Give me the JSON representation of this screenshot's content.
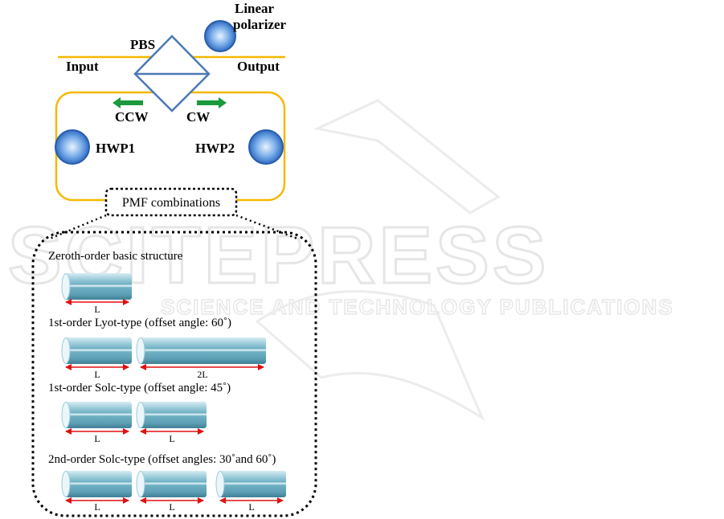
{
  "watermark": {
    "main": "SCITEPRESS",
    "sub": "SCIENCE AND TECHNOLOGY PUBLICATIONS"
  },
  "diagram": {
    "polarizer_label": [
      "Linear",
      "polarizer"
    ],
    "pbs_label": "PBS",
    "input_label": "Input",
    "output_label": "Output",
    "ccw_label": "CCW",
    "cw_label": "CW",
    "hwp1_label": "HWP1",
    "hwp2_label": "HWP2",
    "pmf_label": "PMF combinations",
    "sections": [
      {
        "title": "Zeroth-order basic structure",
        "lengths": [
          "L"
        ]
      },
      {
        "title": "1st-order Lyot-type (offset angle: 60˚)",
        "lengths": [
          "L",
          "2L"
        ]
      },
      {
        "title": "1st-order Solc-type (offset angle: 45˚)",
        "lengths": [
          "L",
          "L"
        ]
      },
      {
        "title": "2nd-order Solc-type (offset angles: 30˚and 60˚)",
        "lengths": [
          "L",
          "L",
          "L"
        ]
      }
    ]
  },
  "colors": {
    "fiber_line": "#f5b800",
    "loop": "#f5b800",
    "pbs": "#4a78b5",
    "arrow_green": "#1a9a3c",
    "dimension_red": "#e01010",
    "waveplate": "#3a7fd0"
  }
}
